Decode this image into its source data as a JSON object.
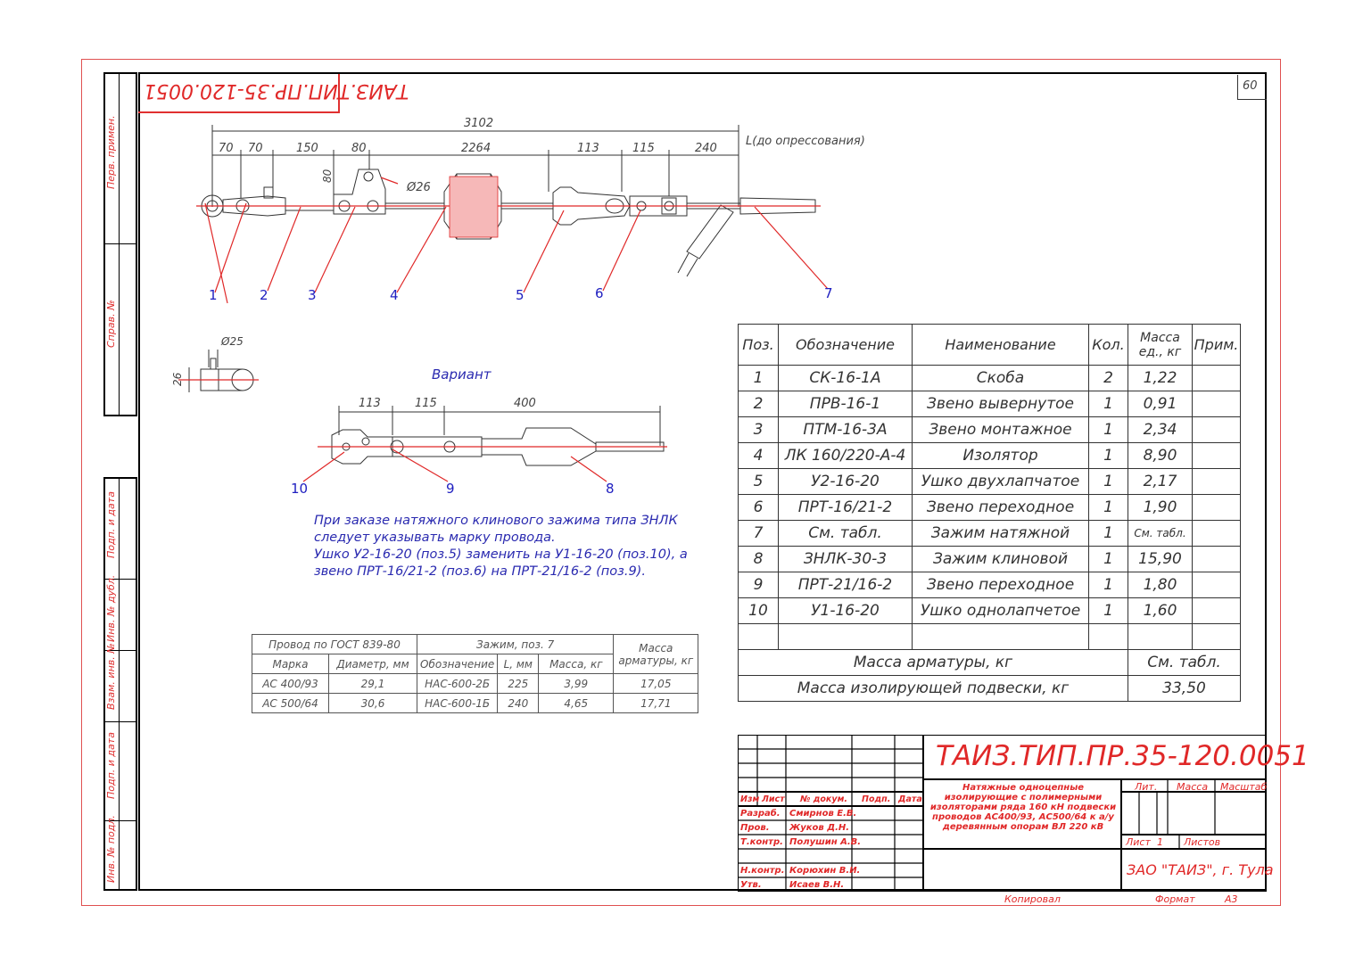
{
  "sheet_number": "60",
  "doc_code": "ТАИЗ.ТИП.ПР.35-120.0051",
  "side_labels": [
    "Перв. примен.",
    "Справ. №",
    "Подп. и дата",
    "Инв. № дубл.",
    "Взам. инв. №",
    "Подп. и дата",
    "Инв. № подл."
  ],
  "drawing": {
    "dims_top": [
      "3102",
      "70",
      "70",
      "150",
      "80",
      "2264",
      "113",
      "115",
      "240"
    ],
    "dim_L": "L(до опрессования)",
    "dim_80": "80",
    "dim_d26": "Ø26",
    "dim_d25": "Ø25",
    "dim_26": "26",
    "callouts": [
      "1",
      "2",
      "3",
      "4",
      "5",
      "6",
      "7"
    ],
    "variant_title": "Вариант",
    "variant_dims": [
      "113",
      "115",
      "400"
    ],
    "variant_callouts": [
      "10",
      "9",
      "8"
    ],
    "note_lines": [
      "При заказе натяжного клинового зажима типа ЗНЛК",
      "следует указывать марку провода.",
      "Ушко У2-16-20 (поз.5) заменить на У1-16-20 (поз.10), а",
      "звено ПРТ-16/21-2 (поз.6) на ПРТ-21/16-2 (поз.9)."
    ]
  },
  "spec_table": {
    "headers": [
      "Поз.",
      "Обозначение",
      "Наименование",
      "Кол.",
      "Масса ед., кг",
      "Прим."
    ],
    "rows": [
      [
        "1",
        "СК-16-1А",
        "Скоба",
        "2",
        "1,22",
        ""
      ],
      [
        "2",
        "ПРВ-16-1",
        "Звено вывернутое",
        "1",
        "0,91",
        ""
      ],
      [
        "3",
        "ПТМ-16-3А",
        "Звено монтажное",
        "1",
        "2,34",
        ""
      ],
      [
        "4",
        "ЛК 160/220-А-4",
        "Изолятор",
        "1",
        "8,90",
        ""
      ],
      [
        "5",
        "У2-16-20",
        "Ушко двухлапчатое",
        "1",
        "2,17",
        ""
      ],
      [
        "6",
        "ПРТ-16/21-2",
        "Звено переходное",
        "1",
        "1,90",
        ""
      ],
      [
        "7",
        "См. табл.",
        "Зажим натяжной",
        "1",
        "См. табл.",
        ""
      ],
      [
        "8",
        "ЗНЛК-30-3",
        "Зажим клиновой",
        "1",
        "15,90",
        ""
      ],
      [
        "9",
        "ПРТ-21/16-2",
        "Звено переходное",
        "1",
        "1,80",
        ""
      ],
      [
        "10",
        "У1-16-20",
        "Ушко однолапчетое",
        "1",
        "1,60",
        ""
      ]
    ],
    "mass_fittings_label": "Масса арматуры, кг",
    "mass_fittings_value": "См. табл.",
    "mass_assembly_label": "Масса изолирующей подвески, кг",
    "mass_assembly_value": "33,50"
  },
  "wire_table": {
    "group1": "Провод по ГОСТ 839-80",
    "group2": "Зажим, поз. 7",
    "mass_header": "Масса арматуры, кг",
    "sub_headers": [
      "Марка",
      "Диаметр, мм",
      "Обозначение",
      "L, мм",
      "Масса, кг"
    ],
    "rows": [
      [
        "АС 400/93",
        "29,1",
        "НАС-600-2Б",
        "225",
        "3,99",
        "17,05"
      ],
      [
        "АС 500/64",
        "30,6",
        "НАС-600-1Б",
        "240",
        "4,65",
        "17,71"
      ]
    ]
  },
  "stamp": {
    "code": "ТАИЗ.ТИП.ПР.35-120.0051",
    "title": "Натяжные одноцепные изолирующие с полимерными изоляторами ряда 160 кН подвески проводов АС400/93, АС500/64 к а/у деревянным опорам ВЛ 220 кВ",
    "col_headers": [
      "Изм",
      "Лист",
      "№ докум.",
      "Подп.",
      "Дата"
    ],
    "roles": [
      {
        "role": "Разраб.",
        "name": "Смирнов Е.В."
      },
      {
        "role": "Пров.",
        "name": "Жуков Д.Н."
      },
      {
        "role": "Т.контр.",
        "name": "Полушин А.В."
      },
      {
        "role": "Н.контр.",
        "name": "Корюхин В.И."
      },
      {
        "role": "Утв.",
        "name": "Исаев В.Н."
      }
    ],
    "lit": "Лит.",
    "mass": "Масса",
    "scale": "Масштаб",
    "sheet": "Лист",
    "sheet_no": "1",
    "sheets": "Листов",
    "company": "ЗАО \"ТАИЗ\", г. Тула",
    "copied": "Копировал",
    "format_label": "Формат",
    "format_value": "А3"
  }
}
